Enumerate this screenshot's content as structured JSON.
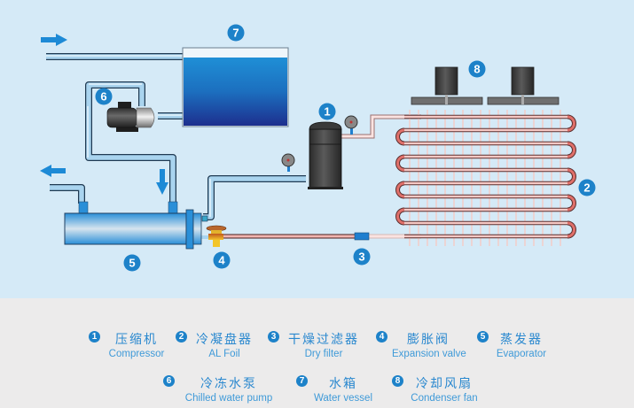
{
  "diagram": {
    "title": "Water chiller schematic",
    "colors": {
      "background": "#d5eaf7",
      "water_pipe": "#a9d4ef",
      "refrigerant_pipe": "#f2b5b0",
      "badge": "#1d82c9",
      "arrow": "#1d8ad6",
      "legend_background": "#ecebeb",
      "legend_text": "#2a88cf"
    },
    "badges": {
      "compressor": "1",
      "condenser": "2",
      "dry_filter": "3",
      "expansion_valve": "4",
      "evaporator": "5",
      "pump": "6",
      "water_vessel": "7",
      "fan": "8"
    },
    "flow_arrows": [
      "inlet-right",
      "outlet-left",
      "return-down"
    ]
  },
  "legend": {
    "row1": [
      {
        "num": "1",
        "cn": "压缩机",
        "en": "Compressor"
      },
      {
        "num": "2",
        "cn": "冷凝盘器",
        "en": "AL Foil"
      },
      {
        "num": "3",
        "cn": "干燥过滤器",
        "en": "Dry filter"
      },
      {
        "num": "4",
        "cn": "膨胀阀",
        "en": "Expansion valve"
      },
      {
        "num": "5",
        "cn": "蒸发器",
        "en": "Evaporator"
      }
    ],
    "row2": [
      {
        "num": "6",
        "cn": "冷冻水泵",
        "en": "Chilled water pump"
      },
      {
        "num": "7",
        "cn": "水箱",
        "en": "Water vessel"
      },
      {
        "num": "8",
        "cn": "冷却风扇",
        "en": "Condenser fan"
      }
    ]
  }
}
